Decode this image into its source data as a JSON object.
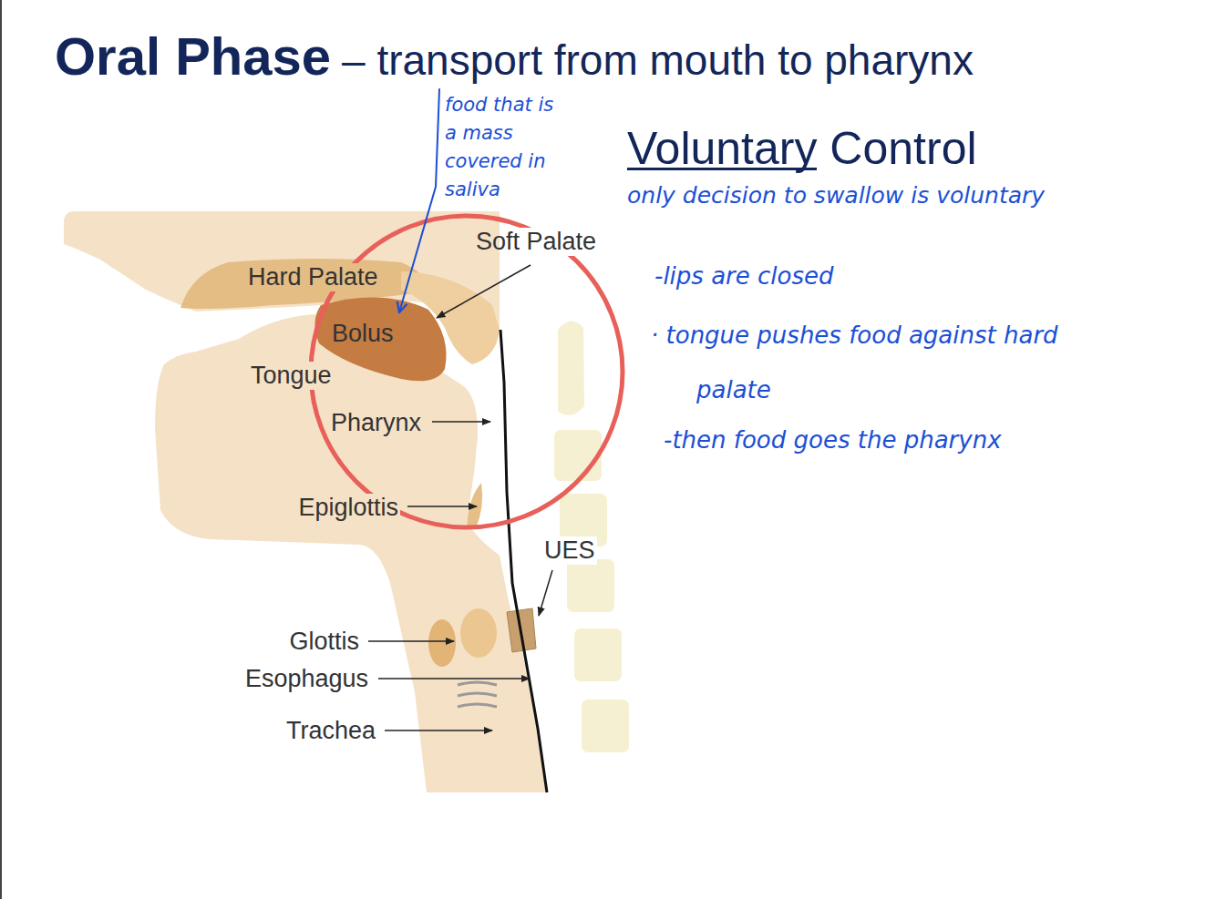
{
  "diagram": {
    "title": "Oral Phase",
    "labels": [
      "– transport from mouth to pharynx",
      "Voluntary Control",
      "only decision to swallow is voluntary",
      "-lips are closed",
      "· tongue pushes food against hard palate",
      "-then food goes the pharynx",
      "food that is a mass covered in saliva",
      "Soft Palate",
      "Hard Palate",
      "Bolus",
      "Tongue",
      "Pharynx",
      "Epiglottis",
      "UES",
      "Glottis",
      "Esophagus",
      "Trachea"
    ]
  }
}
